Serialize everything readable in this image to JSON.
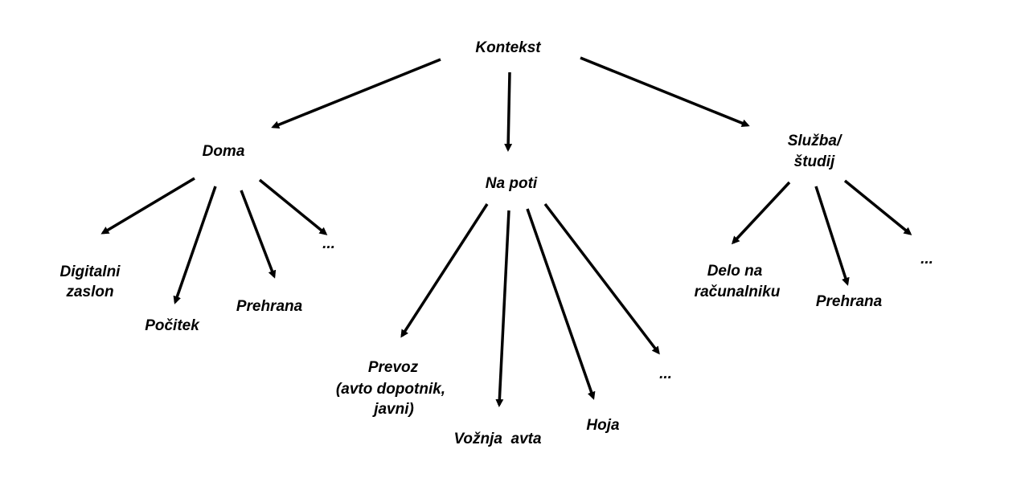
{
  "diagram": {
    "root": {
      "label": "Kontekst"
    },
    "categories": [
      {
        "label": "Doma",
        "children": [
          "Digitalni zaslon",
          "Počitek",
          "Prehrana",
          "..."
        ]
      },
      {
        "label": "Na poti",
        "children": [
          "Prevoz (avto dopotnik, javni)",
          "Vožnja avta",
          "Hoja",
          "..."
        ]
      },
      {
        "label": "Služba/ študij",
        "children": [
          "Delo na računalniku",
          "Prehrana",
          "..."
        ]
      }
    ],
    "text": {
      "root": "Kontekst",
      "doma": "Doma",
      "na_poti": "Na poti",
      "sluzba_line1": "Služba/",
      "sluzba_line2": "študij",
      "digitalni_line1": "Digitalni",
      "digitalni_line2": "zaslon",
      "pocitek": "Počitek",
      "prehrana_doma": "Prehrana",
      "ellipsis_doma": "...",
      "prevoz_line1": "Prevoz",
      "prevoz_line2": "(avto dopotnik,",
      "prevoz_line3": "javni)",
      "voznja": "Vožnja  avta",
      "hoja": "Hoja",
      "ellipsis_poti": "...",
      "delo_line1": "Delo na",
      "delo_line2": "računalniku",
      "prehrana_sluzba": "Prehrana",
      "ellipsis_sluzba": "..."
    },
    "colors": {
      "ink": "#000000",
      "background": "#ffffff"
    }
  }
}
